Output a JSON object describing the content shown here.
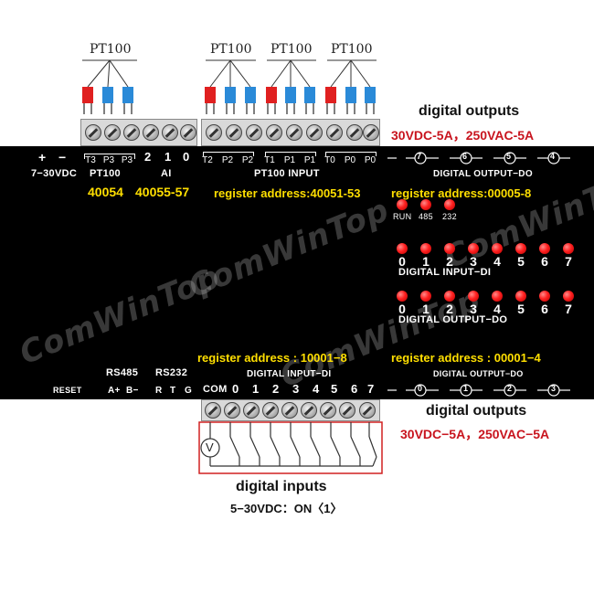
{
  "watermark": "ComWinTop",
  "top_labels": {
    "pt100_1": "PT100",
    "pt100_2": "PT100",
    "pt100_3": "PT100",
    "pt100_4": "PT100",
    "do_title": "digital outputs",
    "do_rating": "30VDC-5A，250VAC-5A"
  },
  "panel": {
    "power_plus": "+",
    "power_minus": "−",
    "power_label": "7−30VDC",
    "pt100_terms": [
      "T3",
      "P3",
      "P3"
    ],
    "pt100_label": "PT100",
    "pt100_reg": "40054",
    "ai_terms": [
      "2",
      "1",
      "0"
    ],
    "ai_label": "AI",
    "ai_reg": "40055-57",
    "pt100in_terms": [
      "T2",
      "P2",
      "P2",
      "T1",
      "P1",
      "P1",
      "T0",
      "P0",
      "P0"
    ],
    "pt100in_label": "PT100 INPUT",
    "pt100in_reg": "register address:40051-53",
    "do_top_terms": [
      "7",
      "6",
      "5",
      "4"
    ],
    "do_top_label": "DIGITAL OUTPUT−DO",
    "do_top_reg": "register address:00005-8",
    "status_leds": [
      "RUN",
      "485",
      "232"
    ],
    "di_led_nums": [
      "0",
      "1",
      "2",
      "3",
      "4",
      "5",
      "6",
      "7"
    ],
    "di_led_label": "DIGITAL INPUT−DI",
    "do_led_nums": [
      "0",
      "1",
      "2",
      "3",
      "4",
      "5",
      "6",
      "7"
    ],
    "do_led_label": "DIGITAL OUTPUT−DO",
    "di_reg": "register address : 10001−8",
    "do_bottom_reg": "register address : 00001−4",
    "rs485_label": "RS485",
    "rs232_label": "RS232",
    "di_bottom_label": "DIGITAL INPUT−DI",
    "do_bottom_label": "DIGITAL OUTPUT−DO",
    "reset_label": "RESET",
    "rs485_terms": [
      "A+",
      "B−"
    ],
    "rs232_terms": [
      "R",
      "T",
      "G"
    ],
    "di_terms": [
      "COM",
      "0",
      "1",
      "2",
      "3",
      "4",
      "5",
      "6",
      "7"
    ],
    "do_bottom_terms": [
      "0",
      "1",
      "2",
      "3"
    ]
  },
  "bottom_labels": {
    "do_title": "digital outputs",
    "do_rating": "30VDC−5A，250VAC−5A",
    "di_title": "digital inputs",
    "di_spec": "5−30VDC：ON〈1〉",
    "voltmeter": "V"
  },
  "colors": {
    "panel": "#000000",
    "yellow": "#ffdf00",
    "red_text": "#c8141e",
    "led": "#ff2020",
    "pt100_red": "#e02020",
    "pt100_blue": "#2a8ad8"
  }
}
